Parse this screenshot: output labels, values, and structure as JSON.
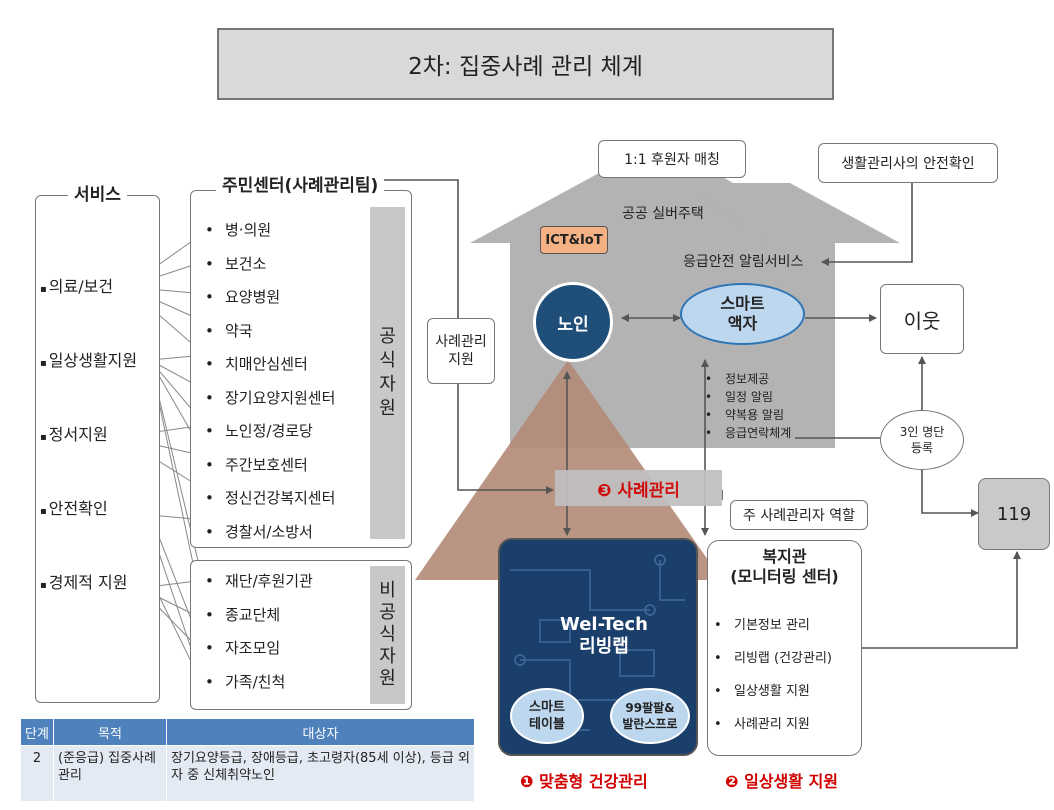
{
  "title": "2차: 집중사례 관리 체계",
  "services": {
    "heading": "서비스",
    "items": [
      "의료/보건",
      "일상생활지원",
      "정서지원",
      "안전확인",
      "경제적 지원"
    ]
  },
  "community_center": {
    "heading": "주민센터(사례관리팀)",
    "public_items": [
      "병·의원",
      "보건소",
      "요양병원",
      "약국",
      "치매안심센터",
      "장기요양지원센터",
      "노인정/경로당",
      "주간보호센터",
      "정신건강복지센터",
      "경찰서/소방서"
    ],
    "public_label": [
      "공",
      "식",
      "자",
      "원"
    ],
    "private_items": [
      "재단/후원기관",
      "종교단체",
      "자조모임",
      "가족/친척"
    ],
    "private_label": [
      "비",
      "공",
      "식",
      "자",
      "원"
    ]
  },
  "case_support": [
    "사례관리",
    "지원"
  ],
  "house": {
    "matching": "1:1 후원자 매칭",
    "label": "공공 실버주택",
    "ict": "ICT&IoT",
    "emergency_service": "응급안전 알림서비스",
    "old_person": "노인",
    "smart_frame": [
      "스마트",
      "액자"
    ],
    "features": [
      "정보제공",
      "일정 알림",
      "약복용 알림",
      "응급연락체계"
    ]
  },
  "safety_check": "생활관리사의 안전확인",
  "neighbor": "이웃",
  "registration": [
    "3인 명단",
    "등록"
  ],
  "emergency_119": "119",
  "case_management": "❸ 사례관리",
  "case_manager_role": "주 사례관리자 역할",
  "living_lab": {
    "title": [
      "Wel-Tech",
      "리빙랩"
    ],
    "smart_table": [
      "스마트",
      "테이블"
    ],
    "balance": [
      "99팔팔&",
      "발란스프로"
    ]
  },
  "welfare": {
    "title": [
      "복지관",
      "(모니터링 센터)"
    ],
    "items": [
      "기본정보 관리",
      "리빙랩 (건강관리)",
      "일상생활 지원",
      "사례관리 지원"
    ]
  },
  "captions": [
    "❶ 맞춤형 건강관리",
    "❷ 일상생활 지원"
  ],
  "table": {
    "headers": [
      "단계",
      "목적",
      "대상자"
    ],
    "rows": [
      [
        "2",
        "(준응급) 집중사례관리",
        "장기요양등급, 장애등급, 초고령자(85세 이상), 등급 외자 중 신체취약노인"
      ]
    ]
  }
}
